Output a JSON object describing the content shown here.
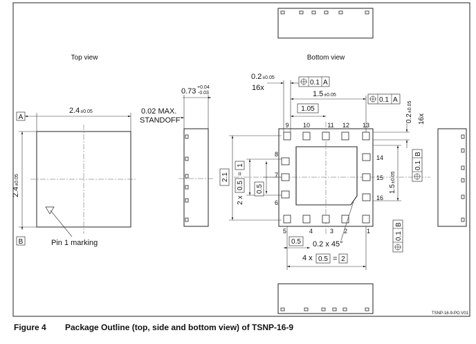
{
  "views": {
    "top": "Top view",
    "bottom": "Bottom view"
  },
  "labels": {
    "datum_a": "A",
    "datum_b": "B",
    "pin1_marking": "Pin 1 marking",
    "standoff_line1": "0.02 MAX.",
    "standoff_line2": "STANDOFF"
  },
  "dims": {
    "width_top": "2.4",
    "height_top": "2.4",
    "tol": "±0.05",
    "thickness_nominal": "0.73",
    "thickness_plus": "+0.04",
    "thickness_minus": "-0.03",
    "pad_width": "0.2",
    "pad_count": "16x",
    "pad_length": "0.2",
    "pad_length_count": "16x",
    "tol_frame_a": "0.1",
    "tol_frame_a_datum": "A",
    "tol_frame_b": "0.1",
    "tol_frame_b_datum": "B",
    "span_top": "1.5",
    "span_right": "1.5",
    "pitch_box": "1.05",
    "overall": "2.1",
    "pitch_2x_prefix": "2 x",
    "pitch_2x_val": "0.5",
    "pitch_2x_eq": "=",
    "pitch_2x_total": "1",
    "pitch_single": "0.5",
    "pitch_bottom": "0.5",
    "chamfer": "0.2 x 45°",
    "pitch_4x_prefix": "4 x",
    "pitch_4x_val": "0.5",
    "pitch_4x_eq": "=",
    "pitch_4x_total": "2"
  },
  "pins": {
    "p1": "1",
    "p2": "2",
    "p3": "3",
    "p4": "4",
    "p5": "5",
    "p6": "6",
    "p7": "7",
    "p8": "8",
    "p9": "9",
    "p10": "10",
    "p11": "11",
    "p12": "12",
    "p13": "13",
    "p14": "14",
    "p15": "15",
    "p16": "16"
  },
  "drawing_id": "TSNP-16-9-PO   V01",
  "caption": {
    "figure": "Figure 4",
    "text": "Package Outline (top, side and bottom view) of TSNP-16-9"
  }
}
